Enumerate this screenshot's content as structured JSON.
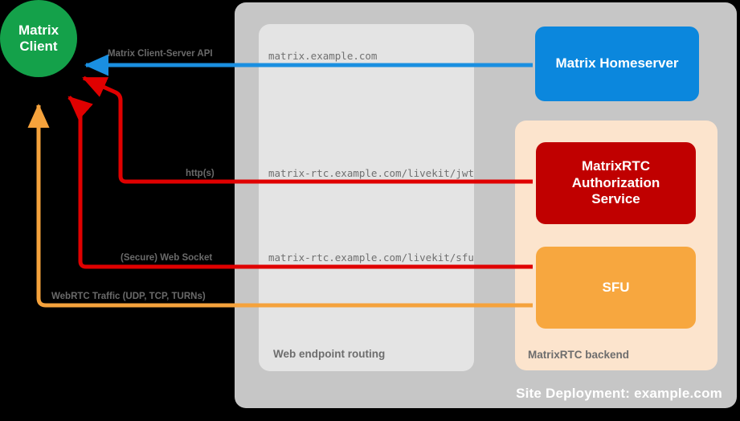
{
  "diagram": {
    "title": "MatrixRTC site deployment architecture",
    "site": {
      "label": "Site Deployment: example.com",
      "color": "#c6c6c6",
      "label_color": "#ffffff"
    },
    "web_endpoint": {
      "label": "Web endpoint routing",
      "color": "#e4e4e4",
      "label_color": "#6d6d6d"
    },
    "matrixrtc_backend": {
      "label": "MatrixRTC backend",
      "color": "#fce4cd",
      "label_color": "#6d6d6d"
    },
    "nodes": {
      "client": {
        "label": "Matrix\nClient",
        "line1": "Matrix",
        "line2": "Client",
        "color": "#14a14a"
      },
      "homeserver": {
        "label": "Matrix Homeserver",
        "color": "#0b87dd"
      },
      "auth_service": {
        "label": "MatrixRTC Authorization Service",
        "line1": "MatrixRTC",
        "line2": "Authorization",
        "line3": "Service",
        "color": "#c00000"
      },
      "sfu": {
        "label": "SFU",
        "color": "#f7a73f"
      }
    },
    "urls": {
      "matrix": "matrix.example.com",
      "jwt": "matrix-rtc.example.com/livekit/jwt",
      "sfu": "matrix-rtc.example.com/livekit/sfu"
    },
    "edges": [
      {
        "id": "csapi",
        "label": "Matrix Client-Server API",
        "color": "#1a8fe0",
        "from": "homeserver",
        "to": "client"
      },
      {
        "id": "https",
        "label": "http(s)",
        "color": "#e00000",
        "from": "client",
        "to": "auth_service"
      },
      {
        "id": "websocket",
        "label": "(Secure) Web Socket",
        "color": "#e00000",
        "from": "client",
        "to": "sfu"
      },
      {
        "id": "webrtc",
        "label": "WebRTC Traffic (UDP, TCP, TURNs)",
        "color": "#f5a23c",
        "from": "client",
        "to": "sfu"
      }
    ],
    "background": "#000000"
  }
}
